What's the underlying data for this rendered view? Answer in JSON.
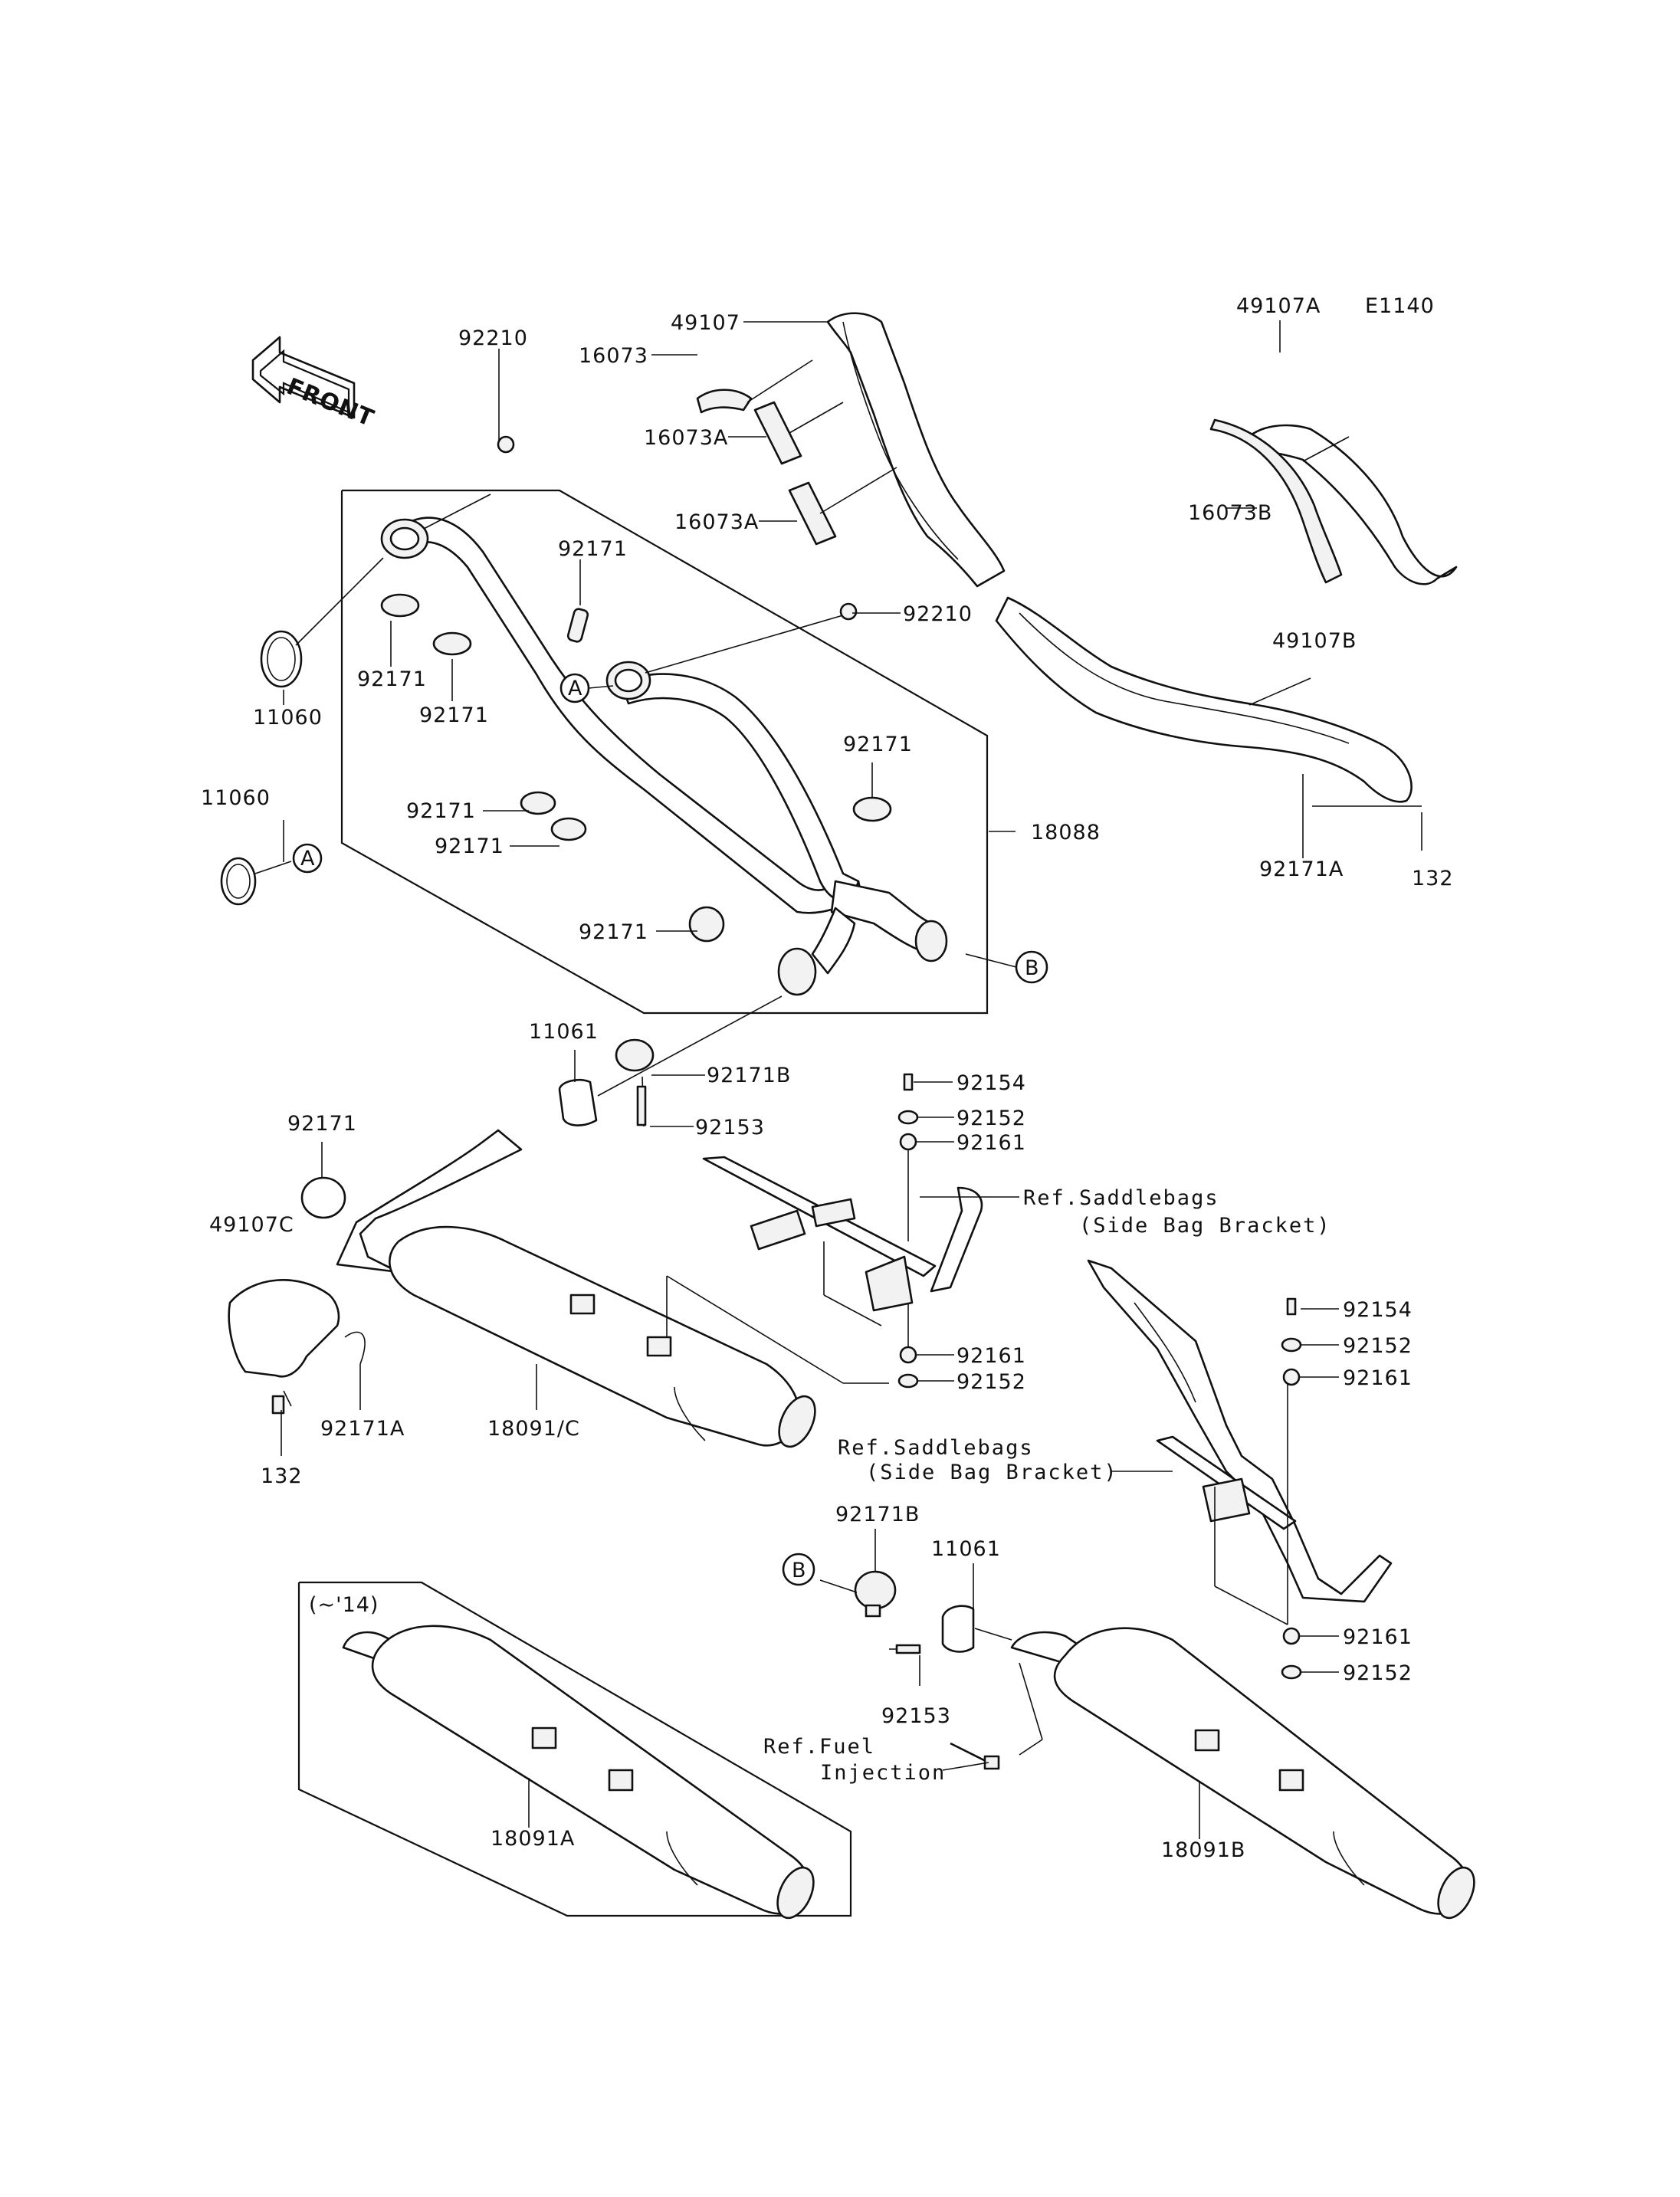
{
  "diagram_code": "E1140",
  "front_label": "FRONT",
  "era_note": "(~'14)",
  "refs": {
    "saddlebags_top_line1": "Ref.Saddlebags",
    "saddlebags_top_line2": "(Side Bag Bracket)",
    "saddlebags_mid_line1": "Ref.Saddlebags",
    "saddlebags_mid_line2": "(Side Bag Bracket)",
    "fuel_line1": "Ref.Fuel",
    "fuel_line2": "Injection"
  },
  "callouts": {
    "A": "A",
    "B": "B"
  },
  "labels": {
    "p49107": "49107",
    "p16073": "16073",
    "p16073A_1": "16073A",
    "p16073A_2": "16073A",
    "p49107A": "49107A",
    "p16073B": "16073B",
    "p92210_top": "92210",
    "p92210_mid": "92210",
    "p92171_a": "92171",
    "p92171_b": "92171",
    "p92171_c": "92171",
    "p92171_d": "92171",
    "p92171_e": "92171",
    "p92171_f": "92171",
    "p92171_g": "92171",
    "p92171_h": "92171",
    "p11060_a": "11060",
    "p11060_b": "11060",
    "p49107B": "49107B",
    "p18088": "18088",
    "p92171A_top": "92171A",
    "p132_top": "132",
    "p11061_top": "11061",
    "p92171B_top": "92171B",
    "p92154_top": "92154",
    "p92152_top": "92152",
    "p92161_top": "92161",
    "p92153_top": "92153",
    "p49107C": "49107C",
    "p92161_mid": "92161",
    "p92152_mid": "92152",
    "p92171A_low": "92171A",
    "p18091C": "18091/C",
    "p132_low": "132",
    "p92154_right": "92154",
    "p92152_right": "92152",
    "p92161_right": "92161",
    "p92171B_low": "92171B",
    "p11061_low": "11061",
    "p92153_low": "92153",
    "p92161_low": "92161",
    "p92152_low": "92152",
    "p18091A": "18091A",
    "p18091B": "18091B"
  }
}
